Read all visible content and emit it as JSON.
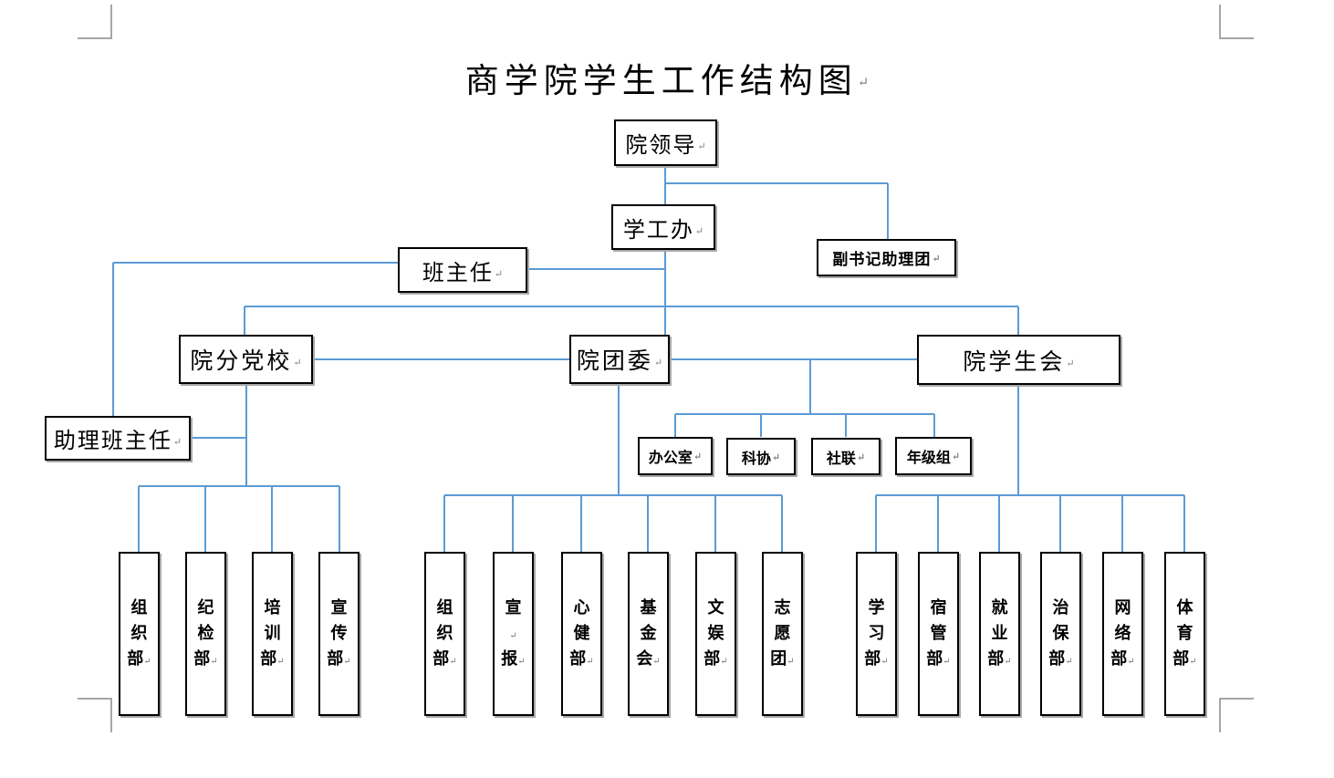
{
  "document": {
    "title": "商学院学生工作结构图",
    "pilcrow": "↵"
  },
  "colors": {
    "connector": "#5B9BD5",
    "box_border": "#000000",
    "box_shadow": "#A9A9A9",
    "crop_mark": "#A6A6A6",
    "page_background": "#FFFFFF",
    "text": "#000000",
    "pilcrow": "#808080"
  },
  "nodes": {
    "leader": {
      "label": "院领导"
    },
    "student_affairs_office": {
      "label": "学工办"
    },
    "deputy_secretary_assistant_group": {
      "label": "副书记助理团"
    },
    "class_advisor": {
      "label": "班主任"
    },
    "assistant_class_advisor": {
      "label": "助理班主任"
    },
    "party_school": {
      "label": "院分党校"
    },
    "youth_league_committee": {
      "label": "院团委"
    },
    "student_union": {
      "label": "院学生会"
    }
  },
  "league_sub_units": [
    {
      "label": "办公室"
    },
    {
      "label": "科协"
    },
    {
      "label": "社联"
    },
    {
      "label": "年级组"
    }
  ],
  "department_groups": [
    {
      "parent": "院分党校",
      "departments": [
        {
          "label": "组织部"
        },
        {
          "label": "纪检部"
        },
        {
          "label": "培训部"
        },
        {
          "label": "宣传部"
        }
      ]
    },
    {
      "parent": "院团委",
      "departments": [
        {
          "label": "组织部"
        },
        {
          "label": "宣 报",
          "lines": [
            "宣",
            "",
            "报"
          ]
        },
        {
          "label": "心健部"
        },
        {
          "label": "基金会"
        },
        {
          "label": "文娱部"
        },
        {
          "label": "志愿团"
        }
      ]
    },
    {
      "parent": "院学生会",
      "departments": [
        {
          "label": "学习部"
        },
        {
          "label": "宿管部"
        },
        {
          "label": "就业部"
        },
        {
          "label": "治保部"
        },
        {
          "label": "网络部"
        },
        {
          "label": "体育部"
        }
      ]
    }
  ]
}
